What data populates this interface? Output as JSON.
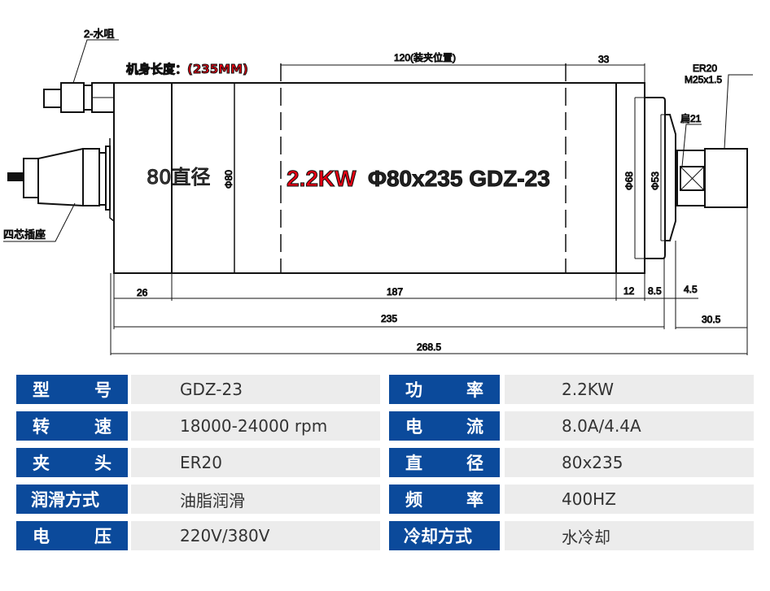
{
  "drawing": {
    "nozzle_label": "2-水咀",
    "body_length_label": "机身长度：(235MM)",
    "socket_label": "四芯插座",
    "diameter_label": "80直径",
    "phi80": "Φ80",
    "phi68": "Φ68",
    "phi53": "Φ53",
    "power_title": "2.2KW",
    "model_title": "Φ80x235 GDZ-23",
    "collet_label": "ER20",
    "thread_label": "M25x1.5",
    "flat_label": "扁21",
    "dims": {
      "clamp": "120(装夹位置)",
      "d33": "33",
      "d26": "26",
      "d187": "187",
      "d12": "12",
      "d8_5": "8.5",
      "d4_5": "4.5",
      "d235": "235",
      "d30_5": "30.5",
      "d268_5": "268.5"
    },
    "colors": {
      "accent_red": "#e60012",
      "label_blue": "#0b4a9b"
    }
  },
  "specs": [
    {
      "label_a": "型",
      "label_b": "号",
      "value": "GDZ-23"
    },
    {
      "label_a": "转",
      "label_b": "速",
      "value": "18000-24000 rpm"
    },
    {
      "label_a": "夹",
      "label_b": "头",
      "value": "ER20"
    },
    {
      "label": "润滑方式",
      "value": "油脂润滑"
    },
    {
      "label_a": "电",
      "label_b": "压",
      "value": "220V/380V"
    },
    {
      "label_a": "功",
      "label_b": "率",
      "value": "2.2KW"
    },
    {
      "label_a": "电",
      "label_b": "流",
      "value": "8.0A/4.4A"
    },
    {
      "label_a": "直",
      "label_b": "径",
      "value": "80x235"
    },
    {
      "label_a": "频",
      "label_b": "率",
      "value": "400HZ"
    },
    {
      "label": "冷却方式",
      "value": "水冷却"
    }
  ]
}
